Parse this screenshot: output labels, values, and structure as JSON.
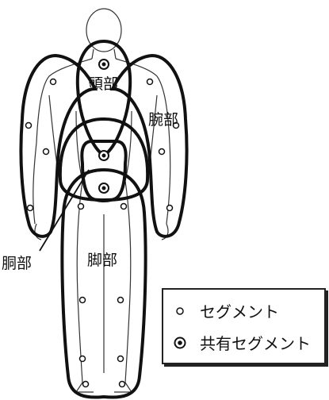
{
  "labels": {
    "head": "頭部",
    "arm": "腕部",
    "trunk": "胴部",
    "leg": "脚部"
  },
  "legend": {
    "segment": "セグメント",
    "shared_segment": "共有セグメント"
  }
}
